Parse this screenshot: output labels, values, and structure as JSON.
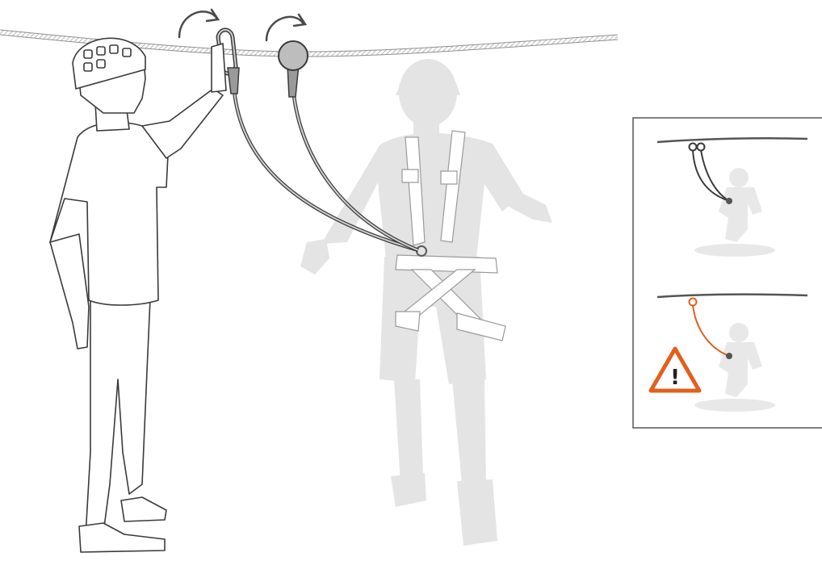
{
  "colors": {
    "background": "#ffffff",
    "line": "#3a3a3a",
    "ghost_figure": "#e4e4e4",
    "ghost_figure_inset": "#e8e8e8",
    "rope": "#a8a8a8",
    "device": "#bdbdbd",
    "warning": "#e2601d",
    "inset_border": "#555555"
  },
  "icons": {
    "rotate_arrow": "clockwise-arrow-icon",
    "warning": "warning-triangle-icon"
  },
  "inset": {
    "panels": [
      {
        "state": "correct",
        "connectors": 2
      },
      {
        "state": "incorrect",
        "connectors": 1,
        "warning_glyph": "!"
      }
    ]
  }
}
